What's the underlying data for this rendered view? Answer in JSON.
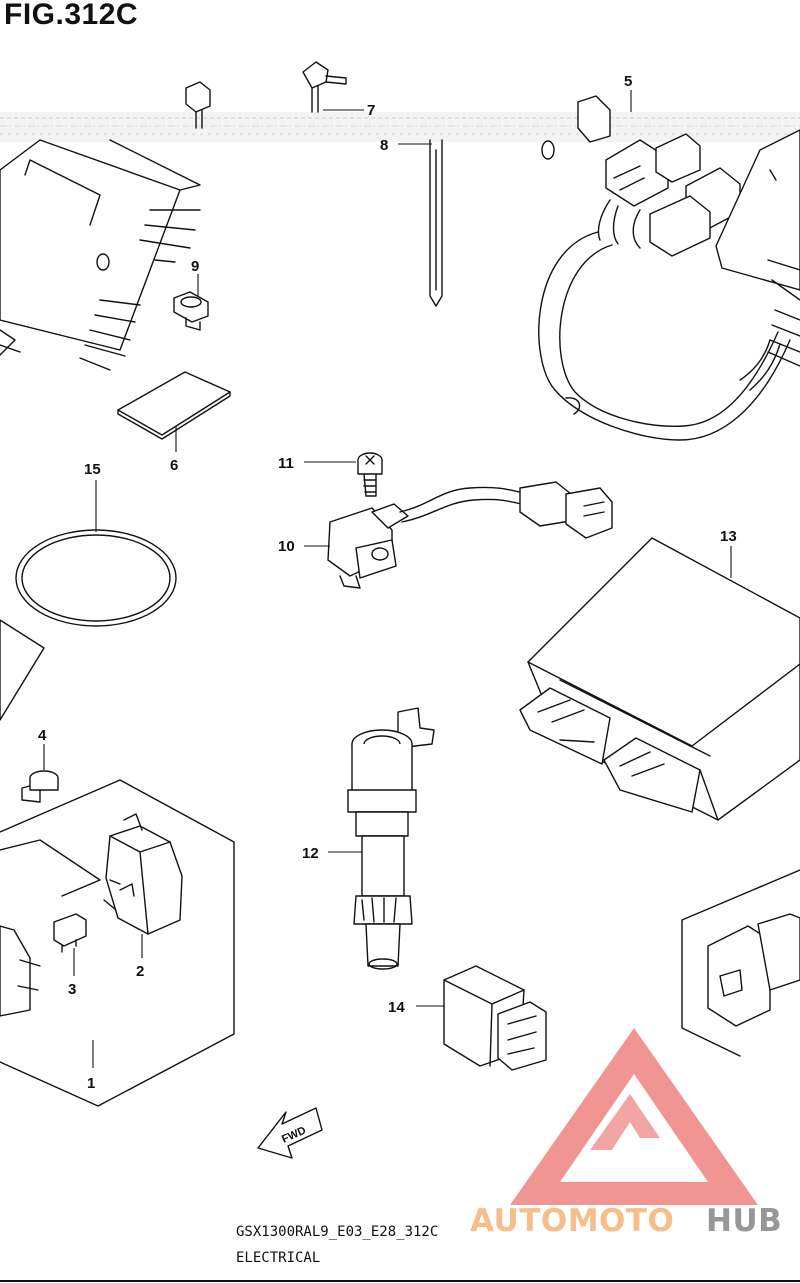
{
  "figure": {
    "title": "FIG.312C"
  },
  "footer": {
    "code": "GSX1300RAL9_E03_E28_312C",
    "caption": "ELECTRICAL"
  },
  "fwd_label": "FWD",
  "watermark": {
    "part1": "AUTOMOTO",
    "part2": "HUB",
    "color_triangle": "#f08a88",
    "color_text1": "#f6b77e",
    "color_text2": "#8c8c8c"
  },
  "callouts": [
    {
      "id": "1",
      "label": "1"
    },
    {
      "id": "2",
      "label": "2"
    },
    {
      "id": "3",
      "label": "3"
    },
    {
      "id": "4",
      "label": "4"
    },
    {
      "id": "5",
      "label": "5"
    },
    {
      "id": "6",
      "label": "6"
    },
    {
      "id": "7",
      "label": "7"
    },
    {
      "id": "8",
      "label": "8"
    },
    {
      "id": "9",
      "label": "9"
    },
    {
      "id": "10",
      "label": "10"
    },
    {
      "id": "11",
      "label": "11"
    },
    {
      "id": "12",
      "label": "12"
    },
    {
      "id": "13",
      "label": "13"
    },
    {
      "id": "14",
      "label": "14"
    },
    {
      "id": "15",
      "label": "15"
    }
  ]
}
